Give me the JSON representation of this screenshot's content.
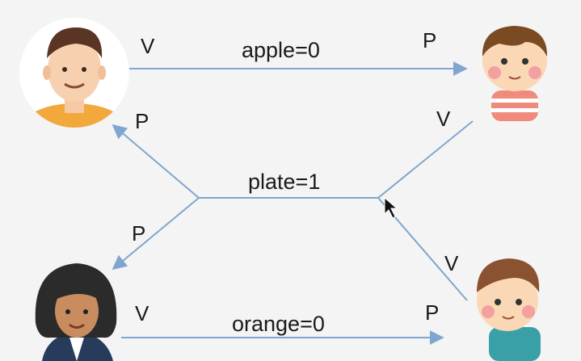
{
  "labels": {
    "apple": "apple=0",
    "plate": "plate=1",
    "orange": "orange=0",
    "v_dad": "V",
    "p_son": "P",
    "p_dad": "P",
    "v_son": "V",
    "p_mom": "P",
    "v_daughter": "V",
    "v_mom": "V",
    "p_daughter": "P"
  },
  "people": {
    "dad": "dad-avatar",
    "son": "son-avatar",
    "mom": "mom-avatar",
    "daughter": "daughter-avatar"
  },
  "colors": {
    "arrow": "#7fa6cf",
    "background": "#f4f4f4"
  }
}
